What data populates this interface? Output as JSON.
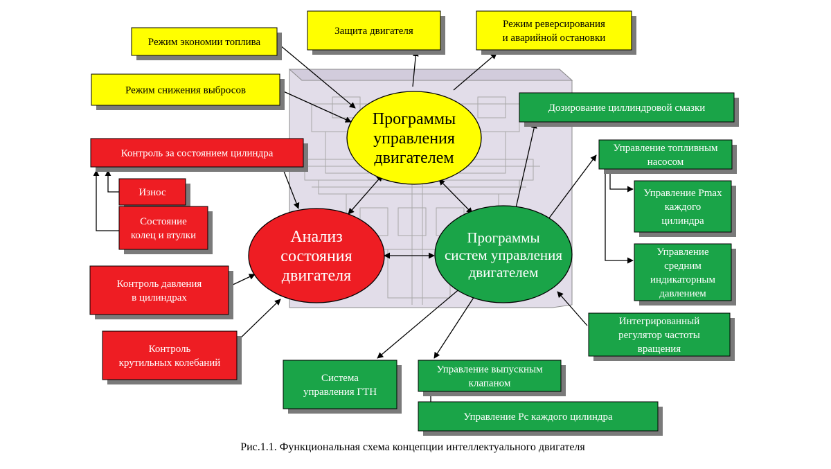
{
  "colors": {
    "yellow": "#ffff00",
    "red": "#ee1d23",
    "green": "#1aa448",
    "shadow": "#7a7a7a",
    "engine_block": "#e0dbe8"
  },
  "circles": {
    "programs": {
      "lines": [
        "Программы",
        "управления",
        "двигателем"
      ]
    },
    "analysis": {
      "lines": [
        "Анализ",
        "состояния",
        "двигателя"
      ]
    },
    "systems": {
      "lines": [
        "Программы",
        "систем управления",
        "двигателем"
      ]
    }
  },
  "boxes": {
    "fuel_economy": {
      "lines": [
        "Режим экономии топлива"
      ]
    },
    "engine_protection": {
      "lines": [
        "Защита двигателя"
      ]
    },
    "reverse_mode": {
      "lines": [
        "Режим реверсирования",
        "и аварийной остановки"
      ]
    },
    "emission_reduction": {
      "lines": [
        "Режим снижения выбросов"
      ]
    },
    "cylinder_lubrication": {
      "lines": [
        "Дозирование циллиндровой смазки"
      ]
    },
    "fuel_pump_control": {
      "lines": [
        "Управление топливным",
        "насосом"
      ]
    },
    "pmax_control": {
      "lines": [
        "Управление Pmax",
        "каждого",
        "цилиндра"
      ]
    },
    "mean_pressure_control": {
      "lines": [
        "Управление",
        "средним",
        "индикаторным",
        "давлением"
      ]
    },
    "speed_regulator": {
      "lines": [
        "Интегрированный",
        "регулятор частоты",
        "вращения"
      ]
    },
    "exhaust_valve_control": {
      "lines": [
        "Управление выпускным",
        "клапаном"
      ]
    },
    "pc_control": {
      "lines": [
        "Управление Pc каждого цилиндра"
      ]
    },
    "gtn_system": {
      "lines": [
        "Система",
        "управления ГТН"
      ]
    },
    "cylinder_monitoring": {
      "lines": [
        "Контроль за состоянием цилиндра"
      ]
    },
    "wear": {
      "lines": [
        "Износ"
      ]
    },
    "ring_liner_state": {
      "lines": [
        "Состояние",
        "колец и втулки"
      ]
    },
    "cylinder_pressure": {
      "lines": [
        "Контроль давления",
        "в цилиндрах"
      ]
    },
    "torsional_vibration": {
      "lines": [
        "Контроль",
        "крутильных колебаний"
      ]
    }
  },
  "caption": "Рис.1.1. Функциональная схема концепции интеллектуального двигателя"
}
